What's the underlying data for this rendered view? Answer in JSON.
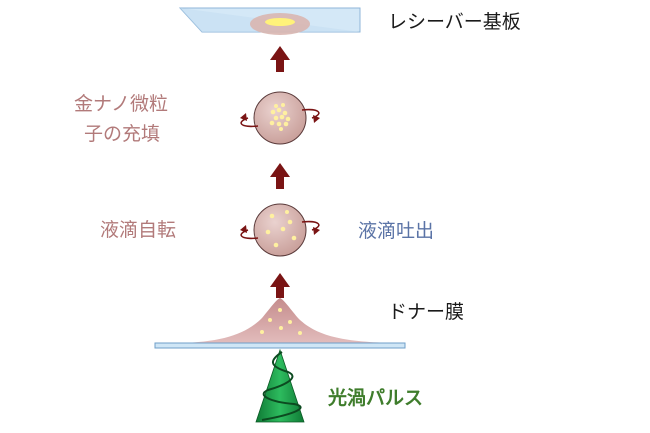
{
  "labels": {
    "receiver_substrate": "レシーバー基板",
    "gold_nanoparticle_packing_line1": "金ナノ微粒",
    "gold_nanoparticle_packing_line2": "子の充填",
    "droplet_rotation": "液滴自転",
    "droplet_ejection": "液滴吐出",
    "donor_film": "ドナー膜",
    "optical_vortex_pulse": "光渦パルス"
  },
  "colors": {
    "arrow": "#7a1414",
    "droplet_fill": "#d8b4b0",
    "particle": "#fff2a8",
    "substrate": "#cfe6f6",
    "donor_film": "#d8a8a8",
    "beam": "#20a050",
    "label_rose": "#b27a7a",
    "label_blue": "#5a73a6",
    "label_green": "#3f7d2c"
  }
}
